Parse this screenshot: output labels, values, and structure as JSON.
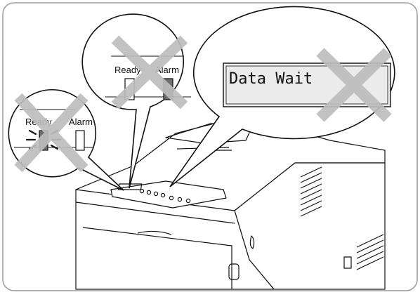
{
  "left_callout": {
    "ready_label": "Ready",
    "alarm_label": "Alarm",
    "ready_state": "blinking",
    "alarm_state": "off"
  },
  "middle_callout": {
    "ready_label": "Ready",
    "alarm_label": "Alarm",
    "ready_state": "off",
    "alarm_state": "on"
  },
  "lcd_callout": {
    "display_text": "Data Wait"
  },
  "colors": {
    "line": "#111111",
    "lcd_fill": "#ebebeb",
    "cross": "#bdbdbd",
    "led_on": "#6e6e6e",
    "frame": "#9a9a9a"
  },
  "icons": [
    "cross-out-icon",
    "blink-rays-icon",
    "led-indicator-icon",
    "printer-illustration"
  ]
}
